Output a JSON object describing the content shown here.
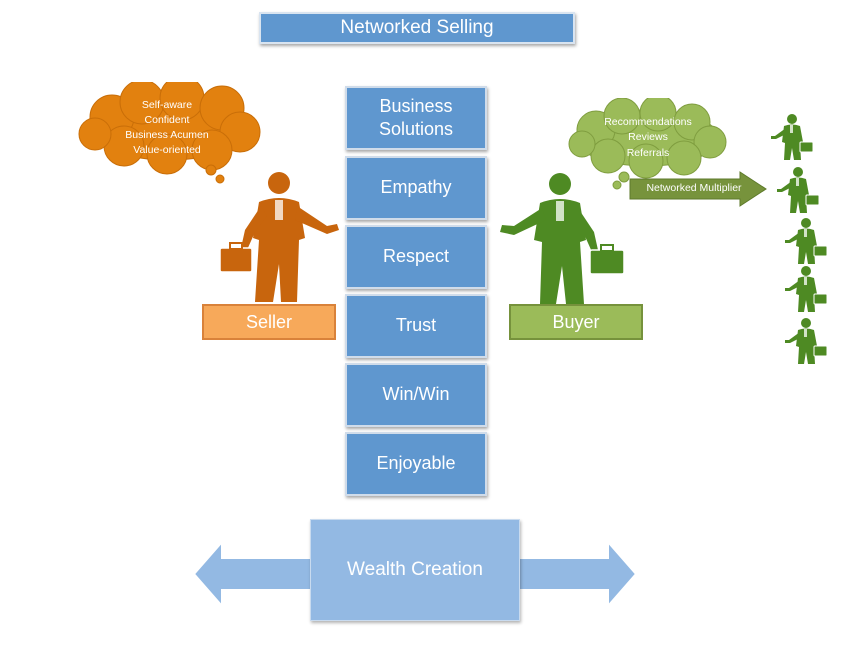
{
  "title": "Networked Selling",
  "stack": [
    "Business Solutions",
    "Empathy",
    "Respect",
    "Trust",
    "Win/Win",
    "Enjoyable"
  ],
  "seller": {
    "label": "Seller",
    "traits": [
      "Self-aware",
      "Confident",
      "Business Acumen",
      "Value-oriented"
    ]
  },
  "buyer": {
    "label": "Buyer",
    "traits": [
      "Recommendations",
      "Reviews",
      "Referrals"
    ]
  },
  "multiplier_label": "Networked Multiplier",
  "wealth_label": "Wealth Creation",
  "colors": {
    "blue": "#5f97cf",
    "light_blue": "#93b9e3",
    "orange": "#e2810f",
    "seller_figure": "#c8650d",
    "green": "#9bbb59",
    "buyer_figure": "#4e8a23"
  },
  "icons": [
    "businessman-icon",
    "briefcase-icon",
    "thought-cloud-icon",
    "right-arrow-icon",
    "double-arrow-icon"
  ]
}
